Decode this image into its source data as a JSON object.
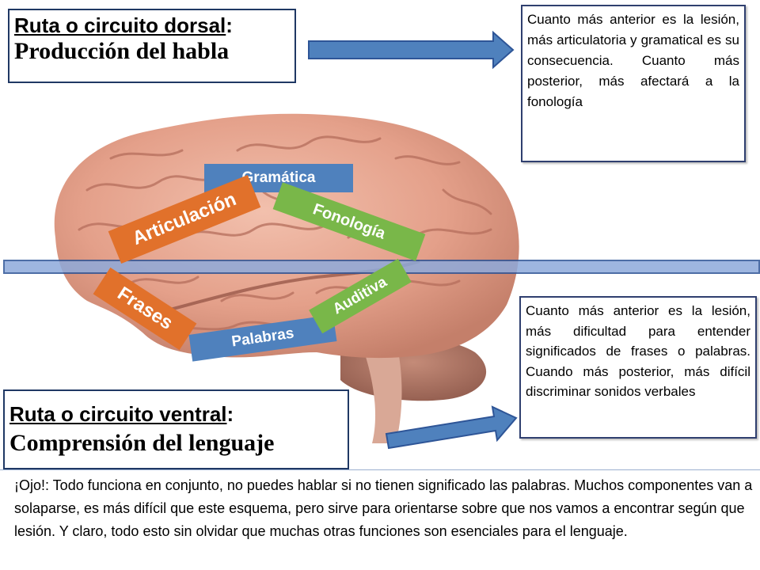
{
  "dorsal": {
    "title": "Ruta o circuito dorsal",
    "colon": ":",
    "subtitle": "Producción del habla"
  },
  "ventral": {
    "title": "Ruta o circuito ventral",
    "colon": ":",
    "subtitle": "Comprensión del lenguaje"
  },
  "notes": {
    "dorsal": "Cuanto más  anterior es la lesión, más articulatoria y gramatical es su consecuencia. Cuanto más posterior, más afectará a la fonología",
    "ventral": "Cuanto más  anterior es la lesión, más dificultad para entender significados de frases o palabras. Cuando más posterior, más difícil discriminar sonidos verbales"
  },
  "labels": {
    "gramatica": "Gramática",
    "articulacion": "Articulación",
    "fonologia": "Fonología",
    "frases": "Frases",
    "palabras": "Palabras",
    "auditiva": "Auditiva"
  },
  "bottom_note": "¡Ojo!: Todo funciona en conjunto, no puedes hablar si no tienen significado las palabras. Muchos componentes van a solaparse, es más difícil que este esquema, pero sirve para orientarse sobre que nos vamos a encontrar según que lesión. Y claro, todo esto sin olvidar que muchas otras funciones son esenciales para el lenguaje.",
  "colors": {
    "orange": "#e1712b",
    "green": "#79b749",
    "blue": "#4f81bd",
    "brain": "#e6a58f",
    "frame": "#1f3864"
  }
}
